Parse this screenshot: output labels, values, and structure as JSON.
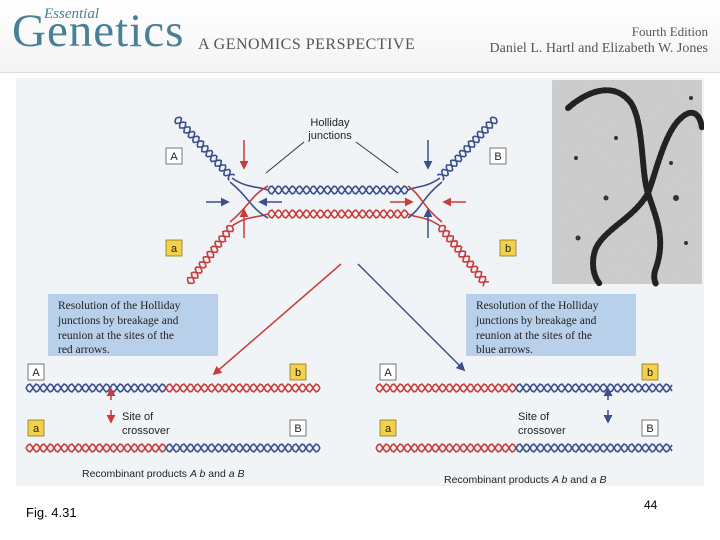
{
  "header": {
    "logo_word1": "Essential",
    "logo_word2": "Genetics",
    "subtitle": "A GENOMICS PERSPECTIVE",
    "edition": "Fourth Edition",
    "authors": "Daniel L. Hartl and Elizabeth W. Jones"
  },
  "diagram": {
    "holliday_label_line1": "Holliday",
    "holliday_label_line2": "junctions",
    "label_A": "A",
    "label_B": "B",
    "label_a": "a",
    "label_b": "b",
    "resolution_red": [
      "Resolution of the Holliday",
      "junctions by breakage and",
      "reunion at the sites of the",
      "red arrows."
    ],
    "resolution_blue": [
      "Resolution of the Holliday",
      "junctions by breakage and",
      "reunion at the sites of the",
      "blue arrows."
    ],
    "site_line1": "Site of",
    "site_line2": "crossover",
    "recombinant_prefix": "Recombinant products",
    "left_products": [
      "A b",
      "a B"
    ],
    "right_products": [
      "A b",
      "a B"
    ],
    "and_word": "and",
    "colors": {
      "red_strand": "#c83c3c",
      "blue_strand": "#3a4f8c",
      "label_box_fill": "#f2d24a",
      "callout_fill": "#b9d0ea"
    }
  },
  "figure_label": "Fig. 4.31",
  "page_number": "44"
}
